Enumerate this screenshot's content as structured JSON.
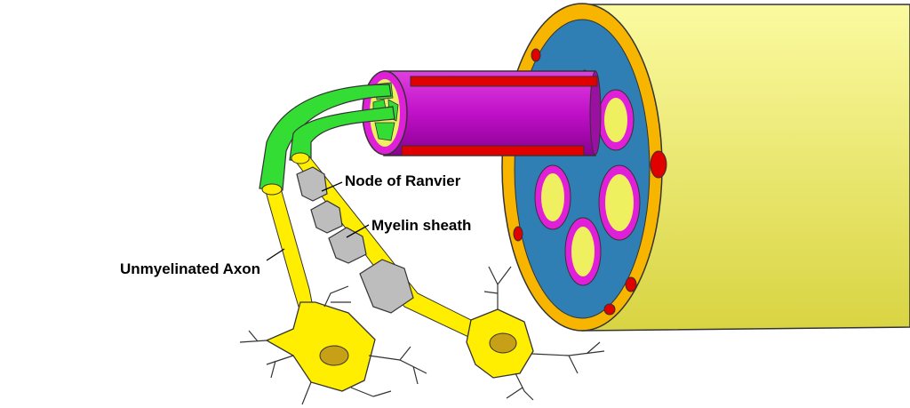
{
  "labels": {
    "node_of_ranvier": "Node of Ranvier",
    "myelin_sheath": "Myelin sheath",
    "unmyelinated_axon": "Unmyelinated Axon"
  },
  "colors": {
    "nerve": "#f4f384",
    "epineurium": "#f7b500",
    "endoneurium": "#2f7fb5",
    "perineurium": "#e020d8",
    "fascicle": "#c010c8",
    "blood_vessel": "#e00000",
    "axon": "#ffee00",
    "myelin": "#bdbdbd",
    "fiber": "#33dd33",
    "nucleus": "#c8a018"
  }
}
